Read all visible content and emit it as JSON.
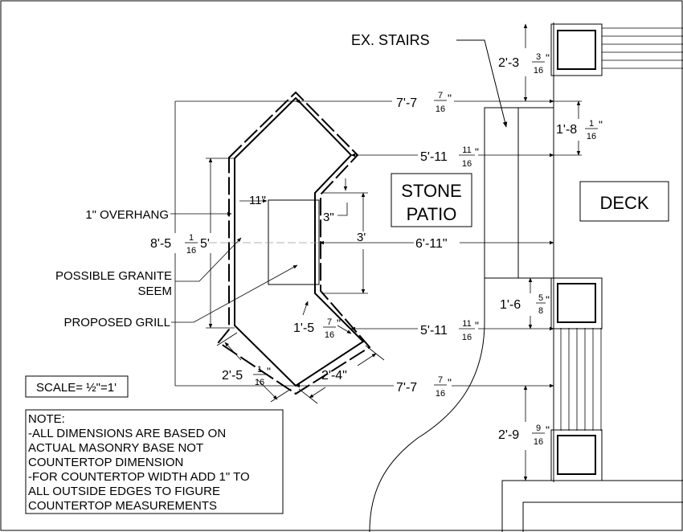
{
  "labels": {
    "ex_stairs": "EX. STAIRS",
    "stone": "STONE",
    "patio": "PATIO",
    "deck": "DECK",
    "overhang": "1\" OVERHANG",
    "granite_1": "POSSIBLE GRANITE",
    "granite_2": "SEEM",
    "grill": "PROPOSED GRILL",
    "scale": "SCALE= ½\"=1'"
  },
  "dimensions": {
    "stair_top": {
      "lead": "2'-3",
      "num": "3",
      "den": "16",
      "tail": "\""
    },
    "top_width": {
      "lead": "7'-7",
      "num": "7",
      "den": "16",
      "tail": "\""
    },
    "right_offset": {
      "lead": "1'-8",
      "num": "1",
      "den": "16",
      "tail": "\""
    },
    "upper_arm": {
      "lead": "5'-11",
      "num": "11",
      "den": "16",
      "tail": "\""
    },
    "notch_11": "11\"",
    "notch_3": "3\"",
    "grill_3": "3'",
    "center_span": "6'-11\"",
    "overall_height": {
      "lead": "8'-5",
      "num": "1",
      "den": "16",
      "tail": ""
    },
    "inner_height": "5'",
    "inner_corner": {
      "lead": "1'-5",
      "num": "7",
      "den": "16",
      "tail": "\""
    },
    "lower_arm": {
      "lead": "5'-11",
      "num": "11",
      "den": "16",
      "tail": "\""
    },
    "bottom_left": {
      "lead": "2'-5",
      "num": "1",
      "den": "16",
      "tail": "\""
    },
    "bottom_right": "2'-4\"",
    "bottom_width": {
      "lead": "7'-7",
      "num": "7",
      "den": "16",
      "tail": "\""
    },
    "post_gap": {
      "lead": "1'-6",
      "num": "5",
      "den": "8",
      "tail": "\""
    },
    "stair_bottom": {
      "lead": "2'-9",
      "num": "9",
      "den": "16",
      "tail": "\""
    }
  },
  "note": {
    "lines": [
      "NOTE:",
      "-ALL DIMENSIONS ARE BASED ON",
      "ACTUAL MASONRY BASE NOT",
      "COUNTERTOP DIMENSION",
      "-FOR COUNTERTOP WIDTH ADD 1\" TO",
      "ALL OUTSIDE EDGES TO FIGURE",
      "COUNTERTOP MEASUREMENTS"
    ]
  }
}
